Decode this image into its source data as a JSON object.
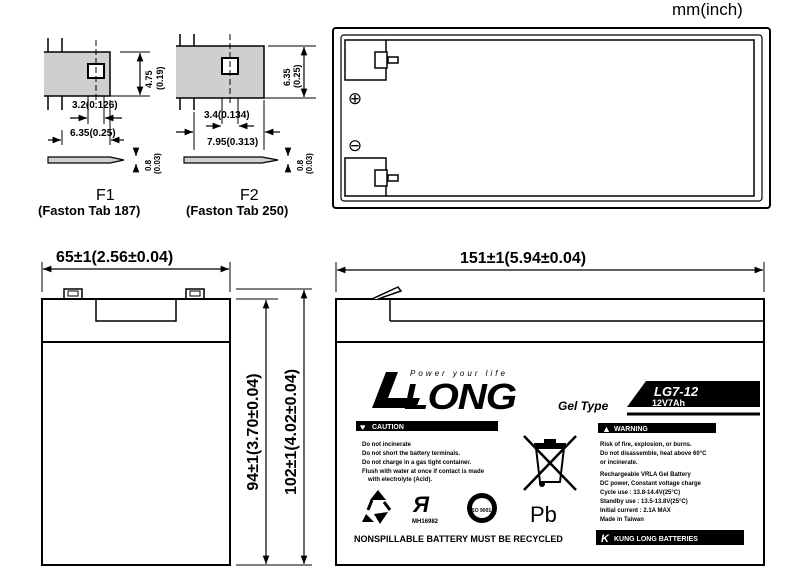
{
  "unit_label": "mm(inch)",
  "terminals": {
    "f1": {
      "dim_height": "4.75",
      "dim_height_in": "(0.19)",
      "dim_hole": "3.2(0.126)",
      "dim_width": "6.35(0.25)",
      "dim_thick": "0.8",
      "dim_thick_in": "(0.03)",
      "name": "F1",
      "caption": "(Faston Tab 187)"
    },
    "f2": {
      "dim_height": "6.35",
      "dim_height_in": "(0.25)",
      "dim_hole": "3.4(0.134)",
      "dim_width": "7.95(0.313)",
      "dim_thick": "0.8",
      "dim_thick_in": "(0.03)",
      "name": "F2",
      "caption": "(Faston Tab 250)"
    }
  },
  "top_view": {
    "plus_symbol": "⊕",
    "minus_symbol": "⊖"
  },
  "dimensions": {
    "width": "65±1(2.56±0.04)",
    "length": "151±1(5.94±0.04)",
    "container_height": "94±1(3.70±0.04)",
    "total_height": "102±1(4.02±0.04)"
  },
  "label": {
    "tagline": "Power your life",
    "brand": "LONG",
    "gel_type": "Gel Type",
    "model": "LG7-12",
    "spec": "12V7Ah",
    "caution_title": "CAUTION",
    "caution_items": [
      "Do not incinerate",
      "Do not short the battery terminals.",
      "Do not charge in a gas tight container.",
      "Flush with water at once if contact is made",
      "with electrolyte (Acid)."
    ],
    "warning_title": "WARNING",
    "warning_lines": [
      "Risk of fire, explosion, or burns.",
      "Do not disassemble, heat above 60°C",
      "or incinerate.",
      "Rechargeable VRLA Gel Battery",
      "DC power, Constant voltage charge",
      "Cycle  use : 13.8-14.4V(25°C)",
      "Standby use : 13.5-13.8V(25°C)",
      "Initial current : 2.1A MAX",
      "Made in Taiwan"
    ],
    "ul_mark": "MH16982",
    "iso_mark": "ISO 9001",
    "pb": "Pb",
    "recycle_notice": "NONSPILLABLE BATTERY MUST BE RECYCLED",
    "maker": "KUNG LONG BATTERIES"
  },
  "icons": {
    "recycle": "recycle-icon",
    "ul": "ul-mark-icon",
    "iso": "iso-seal-icon",
    "bin": "crossed-bin-icon",
    "caution": "caution-icon",
    "warning": "warning-triangle-icon"
  }
}
